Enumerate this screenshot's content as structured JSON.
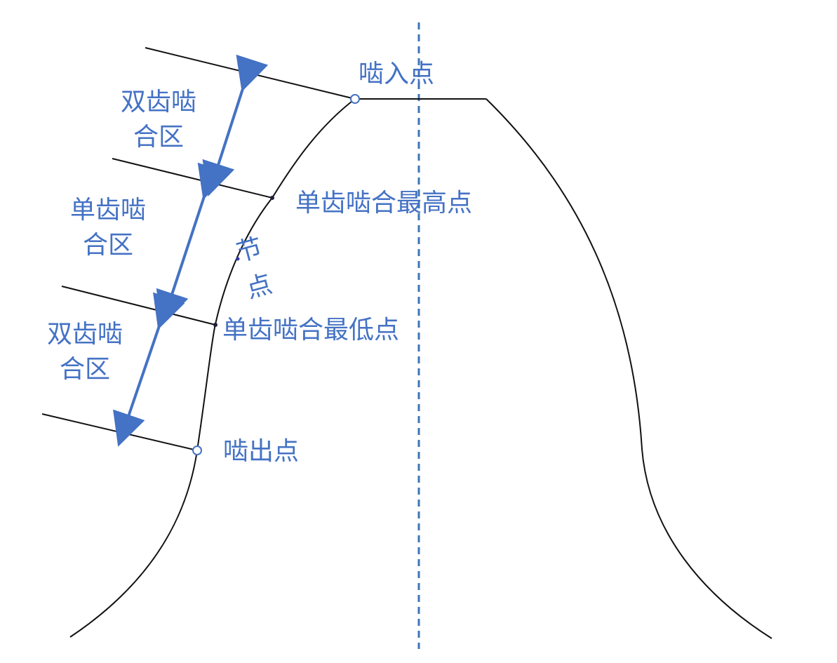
{
  "labels": {
    "engage_in_point": "啮入点",
    "single_tooth_highest_point": "单齿啮合最高点",
    "pitch_point_char_1": "节",
    "pitch_point_char_2": "点",
    "single_tooth_lowest_point": "单齿啮合最低点",
    "engage_out_point": "啮出点"
  },
  "zones": [
    {
      "line1": "双齿啮",
      "line2": "合区"
    },
    {
      "line1": "单齿啮",
      "line2": "合区"
    },
    {
      "line1": "双齿啮",
      "line2": "合区"
    }
  ],
  "colors": {
    "annotation_blue": "#4472c4",
    "centerline_blue": "#3e75b6",
    "profile_black": "#111111"
  }
}
